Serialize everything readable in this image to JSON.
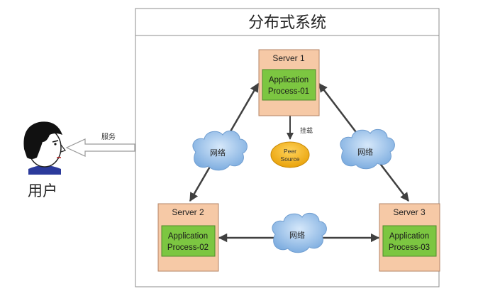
{
  "title": "分布式系统",
  "user": {
    "label": "用户"
  },
  "service": {
    "label": "服务"
  },
  "servers": [
    {
      "name": "Server 1",
      "app_line1": "Application",
      "app_line2": "Process-01"
    },
    {
      "name": "Server 2",
      "app_line1": "Application",
      "app_line2": "Process-02"
    },
    {
      "name": "Server 3",
      "app_line1": "Application",
      "app_line2": "Process-03"
    }
  ],
  "mount": {
    "label": "挂载"
  },
  "peer_source": {
    "line1": "Peer",
    "line2": "Source"
  },
  "networks": [
    {
      "label": "网络"
    },
    {
      "label": "网络"
    },
    {
      "label": "网络"
    }
  ],
  "colors": {
    "server_fill": "#f6c9a6",
    "server_stroke": "#b48466",
    "app_fill": "#7cc641",
    "app_stroke": "#4e8a2a",
    "cloud_fill": "#9ec3ea",
    "peer_fill": "#f6b41b",
    "arrow": "#404040"
  }
}
